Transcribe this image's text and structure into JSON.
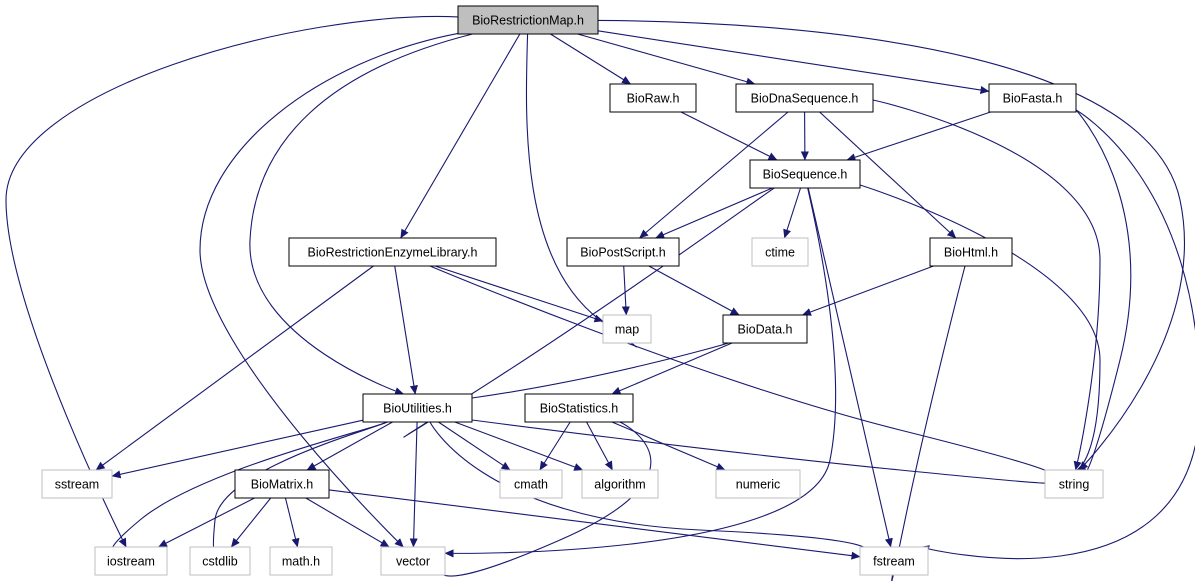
{
  "diagram": {
    "colors": {
      "edge": "#191970",
      "focus_fill": "#bfbfbf",
      "node_border": "#000000",
      "external_border": "#bfbfbf",
      "text": "#000000"
    },
    "nodes": [
      {
        "id": "BioRestrictionMap",
        "label": "BioRestrictionMap.h",
        "kind": "focus"
      },
      {
        "id": "BioRaw",
        "label": "BioRaw.h",
        "kind": "header"
      },
      {
        "id": "BioDnaSequence",
        "label": "BioDnaSequence.h",
        "kind": "header"
      },
      {
        "id": "BioFasta",
        "label": "BioFasta.h",
        "kind": "header"
      },
      {
        "id": "BioSequence",
        "label": "BioSequence.h",
        "kind": "header"
      },
      {
        "id": "BioRestrictionEnzymeLibrary",
        "label": "BioRestrictionEnzymeLibrary.h",
        "kind": "header"
      },
      {
        "id": "BioPostScript",
        "label": "BioPostScript.h",
        "kind": "header"
      },
      {
        "id": "ctime",
        "label": "ctime",
        "kind": "external"
      },
      {
        "id": "BioHtml",
        "label": "BioHtml.h",
        "kind": "header"
      },
      {
        "id": "map",
        "label": "map",
        "kind": "external"
      },
      {
        "id": "BioData",
        "label": "BioData.h",
        "kind": "header"
      },
      {
        "id": "BioUtilities",
        "label": "BioUtilities.h",
        "kind": "header"
      },
      {
        "id": "BioStatistics",
        "label": "BioStatistics.h",
        "kind": "header"
      },
      {
        "id": "sstream",
        "label": "sstream",
        "kind": "external"
      },
      {
        "id": "cmath",
        "label": "cmath",
        "kind": "external"
      },
      {
        "id": "algorithm",
        "label": "algorithm",
        "kind": "external"
      },
      {
        "id": "numeric",
        "label": "numeric",
        "kind": "external"
      },
      {
        "id": "string",
        "label": "string",
        "kind": "external"
      },
      {
        "id": "BioMatrix",
        "label": "BioMatrix.h",
        "kind": "header"
      },
      {
        "id": "iostream",
        "label": "iostream",
        "kind": "external"
      },
      {
        "id": "cstdlib",
        "label": "cstdlib",
        "kind": "external"
      },
      {
        "id": "math",
        "label": "math.h",
        "kind": "external"
      },
      {
        "id": "vector",
        "label": "vector",
        "kind": "external"
      },
      {
        "id": "fstream",
        "label": "fstream",
        "kind": "external"
      }
    ],
    "edges": [
      [
        "BioRestrictionMap",
        "BioRaw"
      ],
      [
        "BioRestrictionMap",
        "BioDnaSequence"
      ],
      [
        "BioRestrictionMap",
        "BioFasta"
      ],
      [
        "BioRestrictionMap",
        "BioRestrictionEnzymeLibrary"
      ],
      [
        "BioRestrictionMap",
        "map"
      ],
      [
        "BioRestrictionMap",
        "BioUtilities"
      ],
      [
        "BioRestrictionMap",
        "vector"
      ],
      [
        "BioRestrictionMap",
        "iostream"
      ],
      [
        "BioRestrictionMap",
        "string"
      ],
      [
        "BioRaw",
        "BioSequence"
      ],
      [
        "BioDnaSequence",
        "BioSequence"
      ],
      [
        "BioDnaSequence",
        "BioPostScript"
      ],
      [
        "BioDnaSequence",
        "BioHtml"
      ],
      [
        "BioDnaSequence",
        "string"
      ],
      [
        "BioFasta",
        "BioSequence"
      ],
      [
        "BioFasta",
        "string"
      ],
      [
        "BioFasta",
        "fstream"
      ],
      [
        "BioSequence",
        "BioPostScript"
      ],
      [
        "BioSequence",
        "ctime"
      ],
      [
        "BioSequence",
        "BioUtilities"
      ],
      [
        "BioSequence",
        "string"
      ],
      [
        "BioSequence",
        "fstream"
      ],
      [
        "BioSequence",
        "vector"
      ],
      [
        "BioRestrictionEnzymeLibrary",
        "map"
      ],
      [
        "BioRestrictionEnzymeLibrary",
        "BioUtilities"
      ],
      [
        "BioRestrictionEnzymeLibrary",
        "sstream"
      ],
      [
        "BioRestrictionEnzymeLibrary",
        "string"
      ],
      [
        "BioPostScript",
        "map"
      ],
      [
        "BioPostScript",
        "BioData"
      ],
      [
        "BioHtml",
        "BioData"
      ],
      [
        "BioHtml",
        "fstream"
      ],
      [
        "BioData",
        "BioUtilities"
      ],
      [
        "BioData",
        "BioStatistics"
      ],
      [
        "BioUtilities",
        "sstream"
      ],
      [
        "BioUtilities",
        "iostream"
      ],
      [
        "BioUtilities",
        "cstdlib"
      ],
      [
        "BioUtilities",
        "BioMatrix"
      ],
      [
        "BioUtilities",
        "vector"
      ],
      [
        "BioUtilities",
        "cmath"
      ],
      [
        "BioUtilities",
        "algorithm"
      ],
      [
        "BioUtilities",
        "fstream"
      ],
      [
        "BioUtilities",
        "string"
      ],
      [
        "BioStatistics",
        "cmath"
      ],
      [
        "BioStatistics",
        "algorithm"
      ],
      [
        "BioStatistics",
        "numeric"
      ],
      [
        "BioStatistics",
        "vector"
      ],
      [
        "BioMatrix",
        "iostream"
      ],
      [
        "BioMatrix",
        "cstdlib"
      ],
      [
        "BioMatrix",
        "math"
      ],
      [
        "BioMatrix",
        "vector"
      ],
      [
        "BioMatrix",
        "fstream"
      ]
    ]
  }
}
